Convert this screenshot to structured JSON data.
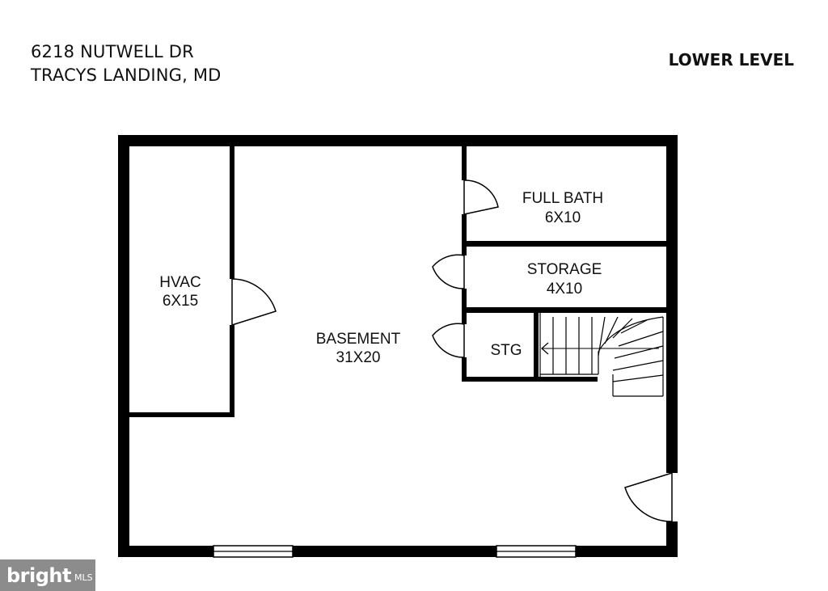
{
  "header": {
    "address_line1": "6218 NUTWELL DR",
    "address_line2": "TRACYS LANDING, MD",
    "level": "LOWER LEVEL"
  },
  "rooms": {
    "hvac": {
      "name": "HVAC",
      "size": "6X15"
    },
    "basement": {
      "name": "BASEMENT",
      "size": "31X20"
    },
    "full_bath": {
      "name": "FULL BATH",
      "size": "6X10"
    },
    "storage": {
      "name": "STORAGE",
      "size": "4X10"
    },
    "stg": {
      "name": "STG"
    }
  },
  "watermark": {
    "brand": "bright",
    "suffix": "MLS"
  },
  "colors": {
    "wall": "#000000",
    "background": "#ffffff",
    "watermark_bg": "#8c8c8c"
  }
}
